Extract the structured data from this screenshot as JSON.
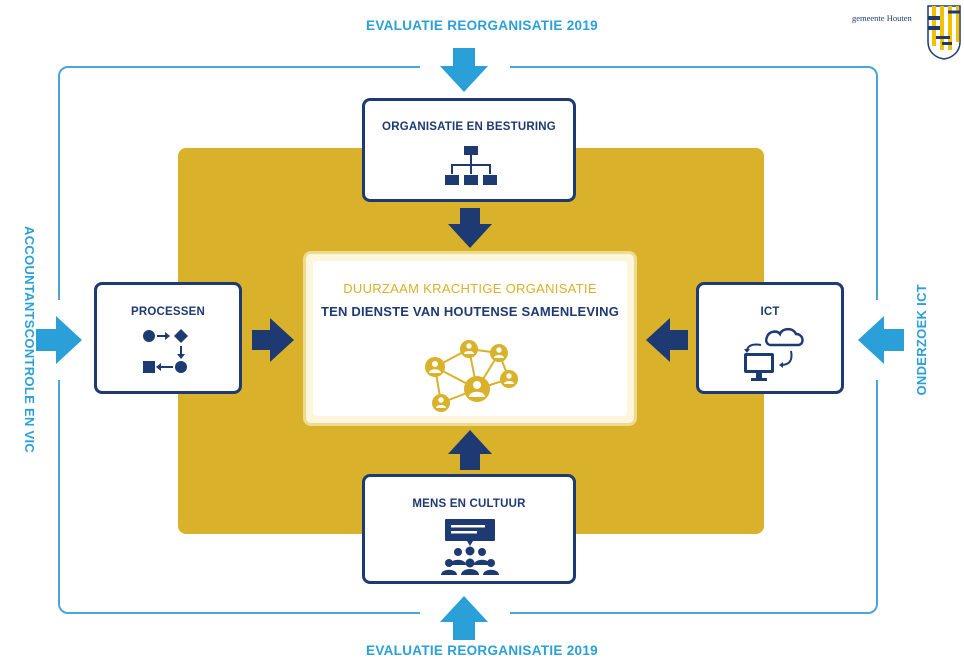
{
  "labels": {
    "top": "EVALUATIE REORGANISATIE 2019",
    "bottom": "EVALUATIE REORGANISATIE 2019",
    "left": "ACCOUNTANTSCONTROLE EN VIC",
    "right": "ONDERZOEK ICT"
  },
  "boxes": {
    "top": "ORGANISATIE EN BESTURING",
    "left": "PROCESSEN",
    "right": "ICT",
    "bottom": "MENS EN CULTUUR"
  },
  "center": {
    "line1": "DUURZAAM KRACHTIGE ORGANISATIE",
    "line2": "TEN DIENSTE VAN HOUTENSE SAMENLEVING"
  },
  "logo": {
    "text": "gemeente Houten"
  },
  "colors": {
    "light_blue": "#2a9fd8",
    "navy": "#1d3a73",
    "gold": "#d9b12a"
  },
  "icons": [
    "org-chart-icon",
    "process-flow-icon",
    "cloud-computer-icon",
    "team-presentation-icon",
    "network-people-icon",
    "municipal-crest-icon"
  ]
}
